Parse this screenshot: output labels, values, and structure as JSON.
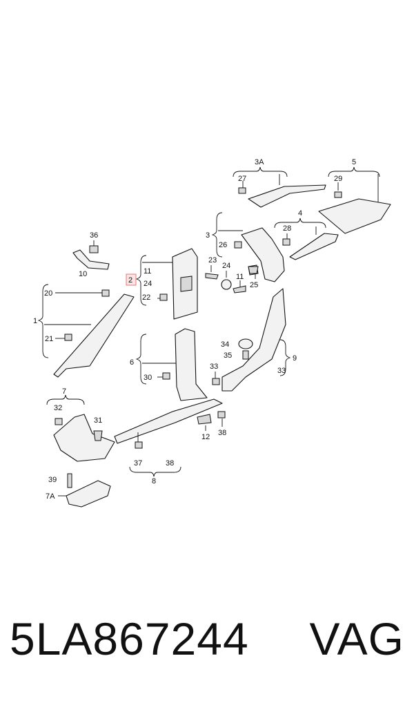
{
  "diagram": {
    "labels": {
      "l1": "1",
      "l2": "2",
      "l3": "3",
      "l3a": "3A",
      "l4": "4",
      "l5": "5",
      "l6": "6",
      "l7": "7",
      "l7a": "7A",
      "l8": "8",
      "l9": "9",
      "l10": "10",
      "l11a": "11",
      "l11b": "11",
      "l12": "12",
      "l20": "20",
      "l21": "21",
      "l22": "22",
      "l23": "23",
      "l24a": "24",
      "l24b": "24",
      "l25": "25",
      "l26": "26",
      "l27": "27",
      "l28": "28",
      "l29": "29",
      "l30": "30",
      "l31": "31",
      "l32": "32",
      "l33a": "33",
      "l33b": "33",
      "l34": "34",
      "l35": "35",
      "l36": "36",
      "l37": "37",
      "l38a": "38",
      "l38b": "38",
      "l39": "39"
    },
    "highlighted_label": "2"
  },
  "footer": {
    "part_number": "5LA867244",
    "brand": "VAG"
  },
  "colors": {
    "highlight_fill": "#fde4e4",
    "highlight_stroke": "#e07a7a",
    "line": "#111111",
    "part_fill": "#f2f2f2"
  }
}
